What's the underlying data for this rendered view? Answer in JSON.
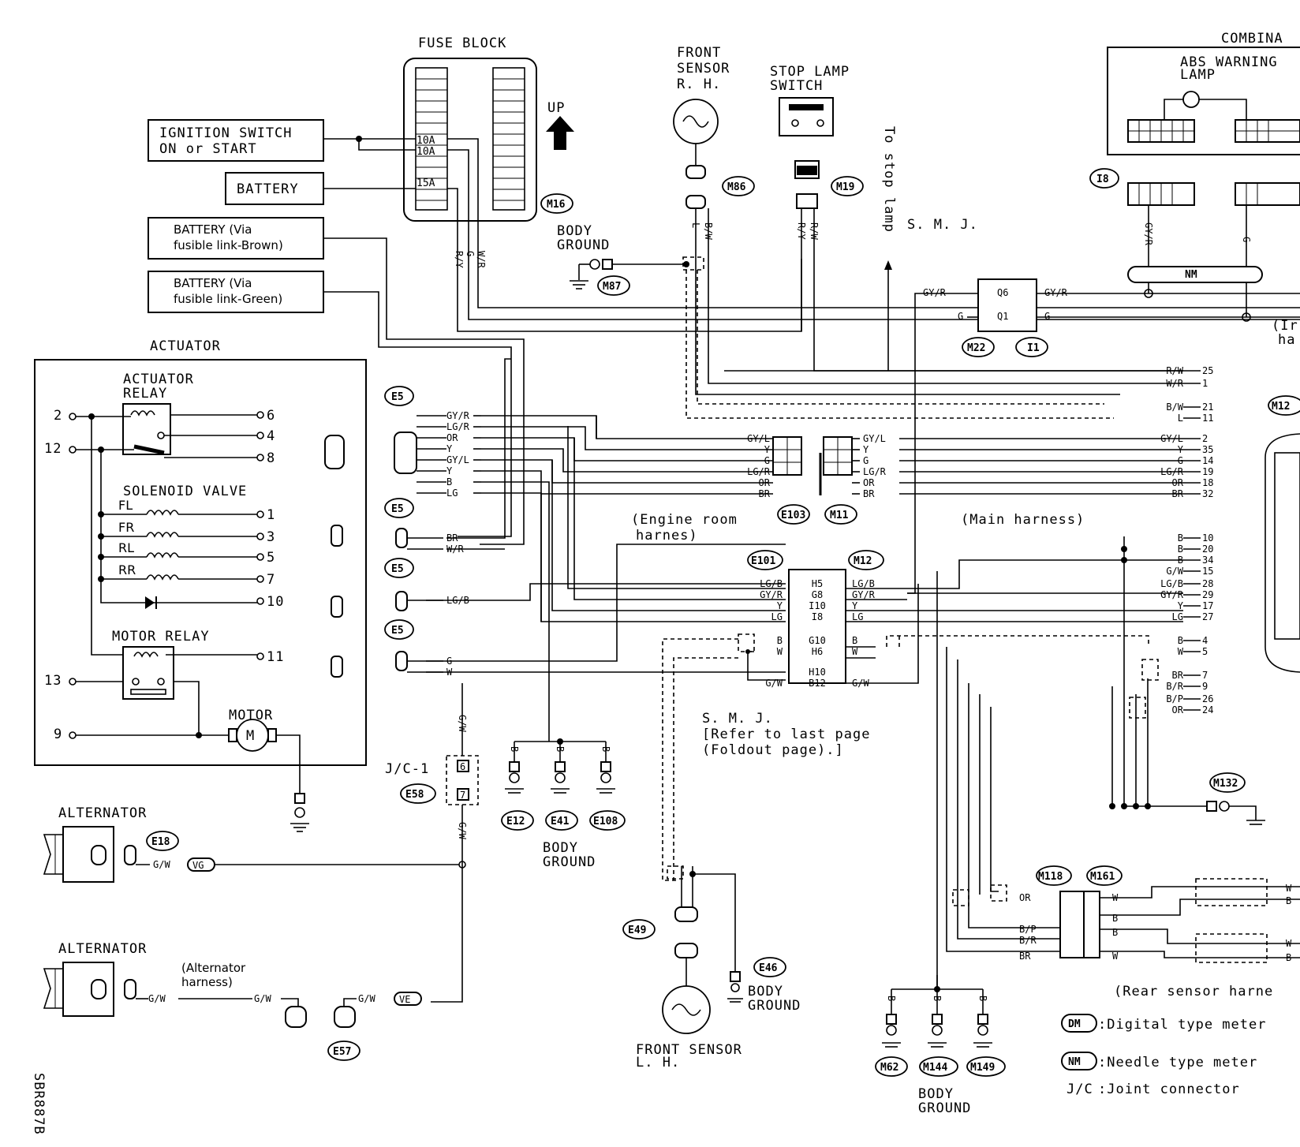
{
  "fuse_block": {
    "title": "FUSE BLOCK",
    "fuses": [
      "10A",
      "10A",
      "15A"
    ],
    "connector": "M16",
    "up_label": "UP"
  },
  "ignition": {
    "line1": "IGNITION SWITCH",
    "line2": "ON or START"
  },
  "battery": {
    "label": "BATTERY"
  },
  "battery_brown": {
    "line1": "BATTERY (Via",
    "line2": "fusible link-Brown)"
  },
  "battery_green": {
    "line1": "BATTERY (Via",
    "line2": "fusible link-Green)"
  },
  "front_sensor_rh": {
    "line1": "FRONT",
    "line2": "SENSOR",
    "line3": "R. H.",
    "connector": "M86",
    "wires": [
      "L",
      "B/W"
    ]
  },
  "stop_lamp": {
    "line1": "STOP LAMP",
    "line2": "SWITCH",
    "connector": "M19",
    "wires": [
      "R/Y",
      "R/W"
    ]
  },
  "body_ground_top": {
    "line1": "BODY",
    "line2": "GROUND",
    "connector": "M87"
  },
  "to_stop_lamp": "To stop lamp",
  "smj_top": "S. M. J.",
  "combination": {
    "title": "COMBINA",
    "abs_line1": "ABS WARNING",
    "abs_line2": "LAMP",
    "connector": "I8",
    "nm": "NM",
    "wires": [
      "GY/R",
      "G"
    ]
  },
  "m22_junction": {
    "pins": [
      "Q6",
      "Q1"
    ],
    "connectors": [
      "M22",
      "I1"
    ],
    "wires_left": [
      "GY/R",
      "G"
    ],
    "wires_right": [
      "GY/R",
      "G"
    ]
  },
  "fuse_wires": [
    "R/Y",
    "G",
    "W/R"
  ],
  "actuator": {
    "title": "ACTUATOR",
    "relay_line1": "ACTUATOR",
    "relay_line2": "RELAY",
    "solenoid": "SOLENOID VALVE",
    "valves": [
      "FL",
      "FR",
      "RL",
      "RR"
    ],
    "motor_relay": "MOTOR RELAY",
    "motor": "MOTOR",
    "left_pins": [
      "2",
      "12",
      "13",
      "9"
    ],
    "right_pins": [
      "6",
      "4",
      "8",
      "1",
      "3",
      "5",
      "7",
      "10",
      "11"
    ]
  },
  "e5_wires_main": [
    "GY/R",
    "LG/R",
    "OR",
    "Y",
    "GY/L",
    "Y",
    "B",
    "LG"
  ],
  "e5_wires_2": [
    "BR",
    "W/R"
  ],
  "e5_wires_3": [
    "LG/B"
  ],
  "e5_wires_4": [
    "G",
    "W"
  ],
  "e5_label": "E5",
  "engine_room_harness": {
    "line1": "(Engine room",
    "line2": "harnes)"
  },
  "e103_m11": {
    "connectors": [
      "E103",
      "M11"
    ],
    "wires_left": [
      "GY/L",
      "Y",
      "G",
      "LG/R",
      "OR",
      "BR"
    ],
    "wires_right": [
      "GY/L",
      "Y",
      "G",
      "LG/R",
      "OR",
      "BR"
    ]
  },
  "main_harness": "(Main harness)",
  "m12_right": {
    "connector": "M12",
    "pins": [
      {
        "wire": "R/W",
        "pin": "25"
      },
      {
        "wire": "W/R",
        "pin": "1"
      },
      {
        "wire": "B/W",
        "pin": "21"
      },
      {
        "wire": "L",
        "pin": "11"
      },
      {
        "wire": "GY/L",
        "pin": "2"
      },
      {
        "wire": "Y",
        "pin": "35"
      },
      {
        "wire": "G",
        "pin": "14"
      },
      {
        "wire": "LG/R",
        "pin": "19"
      },
      {
        "wire": "OR",
        "pin": "18"
      },
      {
        "wire": "BR",
        "pin": "32"
      },
      {
        "wire": "B",
        "pin": "10"
      },
      {
        "wire": "B",
        "pin": "20"
      },
      {
        "wire": "B",
        "pin": "34"
      },
      {
        "wire": "G/W",
        "pin": "15"
      },
      {
        "wire": "LG/B",
        "pin": "28"
      },
      {
        "wire": "GY/R",
        "pin": "29"
      },
      {
        "wire": "Y",
        "pin": "17"
      },
      {
        "wire": "LG",
        "pin": "27"
      },
      {
        "wire": "B",
        "pin": "4"
      },
      {
        "wire": "W",
        "pin": "5"
      },
      {
        "wire": "BR",
        "pin": "7"
      },
      {
        "wire": "B/R",
        "pin": "9"
      },
      {
        "wire": "B/P",
        "pin": "26"
      },
      {
        "wire": "OR",
        "pin": "24"
      }
    ]
  },
  "e101_m12": {
    "connectors": [
      "E101",
      "M12"
    ],
    "pins": [
      "H5",
      "G8",
      "I10",
      "I8",
      "G10",
      "H6",
      "H10",
      "B12"
    ],
    "wires_left": [
      "LG/B",
      "GY/R",
      "Y",
      "LG",
      "B",
      "W",
      "",
      "G/W"
    ],
    "wires_right": [
      "LG/B",
      "GY/R",
      "Y",
      "LG",
      "B",
      "W",
      "",
      "G/W"
    ]
  },
  "smj_note": {
    "line1": "S. M. J.",
    "line2": "[Refer to last page",
    "line3": "(Foldout page).]"
  },
  "jc1": {
    "label": "J/C-1",
    "connector": "E58",
    "pins": [
      "6",
      "7"
    ],
    "wire": "G/W"
  },
  "body_ground_mid": {
    "connectors": [
      "E12",
      "E41",
      "E108"
    ],
    "line1": "BODY",
    "line2": "GROUND",
    "wire": "B"
  },
  "alternator1": {
    "label": "ALTERNATOR",
    "connector": "E18",
    "wire": "G/W",
    "code": "VG"
  },
  "alternator2": {
    "label": "ALTERNATOR",
    "harness_line1": "(Alternator",
    "harness_line2": "harness)",
    "connector": "E57",
    "wires": [
      "G/W",
      "G/W",
      "G/W"
    ],
    "code": "VE"
  },
  "front_sensor_lh": {
    "line1": "FRONT SENSOR",
    "line2": "L. H.",
    "connector": "E49",
    "wires": [
      "B",
      "W"
    ]
  },
  "body_ground_e46": {
    "connector": "E46",
    "line1": "BODY",
    "line2": "GROUND"
  },
  "body_ground_bottom": {
    "connectors": [
      "M62",
      "M144",
      "M149"
    ],
    "line1": "BODY",
    "line2": "GROUND",
    "wire": "B"
  },
  "m132": {
    "connector": "M132"
  },
  "m118_m161": {
    "connectors": [
      "M118",
      "M161"
    ],
    "wires_left": [
      "OR",
      "B/P",
      "B/R",
      "BR"
    ],
    "wires_right": [
      "W",
      "B",
      "B",
      "W"
    ],
    "far": [
      "W",
      "B",
      "W",
      "B"
    ]
  },
  "rear_sensor": "(Rear sensor harne",
  "legend": [
    {
      "code": "DM",
      "text": ":Digital type meter"
    },
    {
      "code": "NM",
      "text": ":Needle type meter"
    },
    {
      "code": "J/C",
      "text": ":Joint connector"
    }
  ],
  "side_code": "SBR887B",
  "cut_labels": {
    "ir": "(Ir",
    "ha": "ha",
    "m12cut": "M12"
  }
}
